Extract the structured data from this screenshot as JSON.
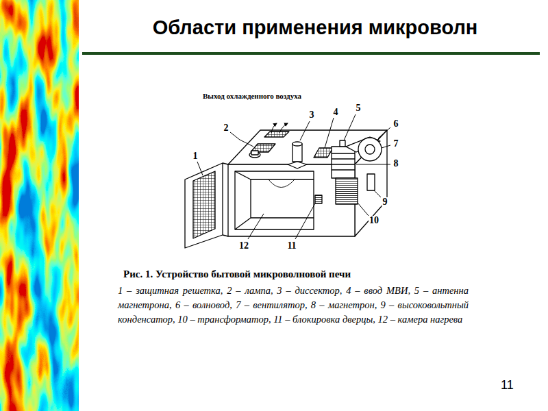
{
  "diagram": {
    "title": "Области применения микроволн",
    "caption": "Рис. 1. Устройство бытовой микроволновой печи",
    "labels": [
      "Выход охлажденного воздуха",
      "1",
      "2",
      "3",
      "4",
      "5",
      "6",
      "7",
      "8",
      "9",
      "10",
      "11",
      "12",
      "1 – защитная решетка, 2 – лампа, 3 – диссектор, 4 – ввод МВИ, 5 – антенна магнетрона, 6 – волновод, 7 – вентилятор, 8 – магнетрон, 9 – высоковольтный конденсатор, 10 – трансформатор, 11 – блокировка дверцы, 12 – камера нагрева",
      "11"
    ]
  }
}
